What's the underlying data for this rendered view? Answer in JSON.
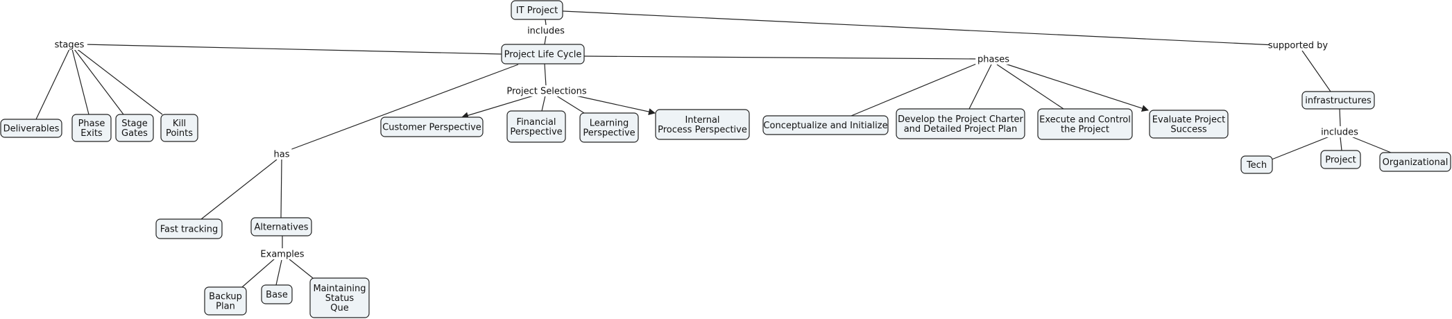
{
  "concepts": {
    "it_project": [
      "IT Project"
    ],
    "project_life_cycle": [
      "Project Life Cycle"
    ],
    "deliverables": [
      "Deliverables"
    ],
    "phase_exits": [
      "Phase",
      "Exits"
    ],
    "stage_gates": [
      "Stage",
      "Gates"
    ],
    "kill_points": [
      "Kill",
      "Points"
    ],
    "customer_perspective": [
      "Customer Perspective"
    ],
    "financial_perspective": [
      "Financial",
      "Perspective"
    ],
    "learning_perspective": [
      "Learning",
      "Perspective"
    ],
    "internal_process_perspective": [
      "Internal",
      "Process Perspective"
    ],
    "conceptualize": [
      "Conceptualize and Initialize"
    ],
    "develop_charter": [
      "Develop the Project Charter",
      "and Detailed Project Plan"
    ],
    "execute_control": [
      "Execute and Control",
      "the Project"
    ],
    "evaluate_success": [
      "Evaluate Project",
      "Success"
    ],
    "infrastructures": [
      "infrastructures"
    ],
    "tech": [
      "Tech"
    ],
    "project": [
      "Project"
    ],
    "organizational": [
      "Organizational"
    ],
    "fast_tracking": [
      "Fast tracking"
    ],
    "alternatives": [
      "Alternatives"
    ],
    "backup_plan": [
      "Backup",
      "Plan"
    ],
    "base": [
      "Base"
    ],
    "maintaining_status_que": [
      "Maintaining",
      "Status",
      "Que"
    ]
  },
  "linking_phrases": {
    "includes_top": "includes",
    "stages": "stages",
    "phases": "phases",
    "supported_by": "supported by",
    "project_selections": "Project Selections",
    "has": "has",
    "includes_infra": "includes",
    "examples": "Examples"
  },
  "colors": {
    "node_fill": "#eef3f6",
    "stroke": "#222222",
    "text": "#111111"
  }
}
